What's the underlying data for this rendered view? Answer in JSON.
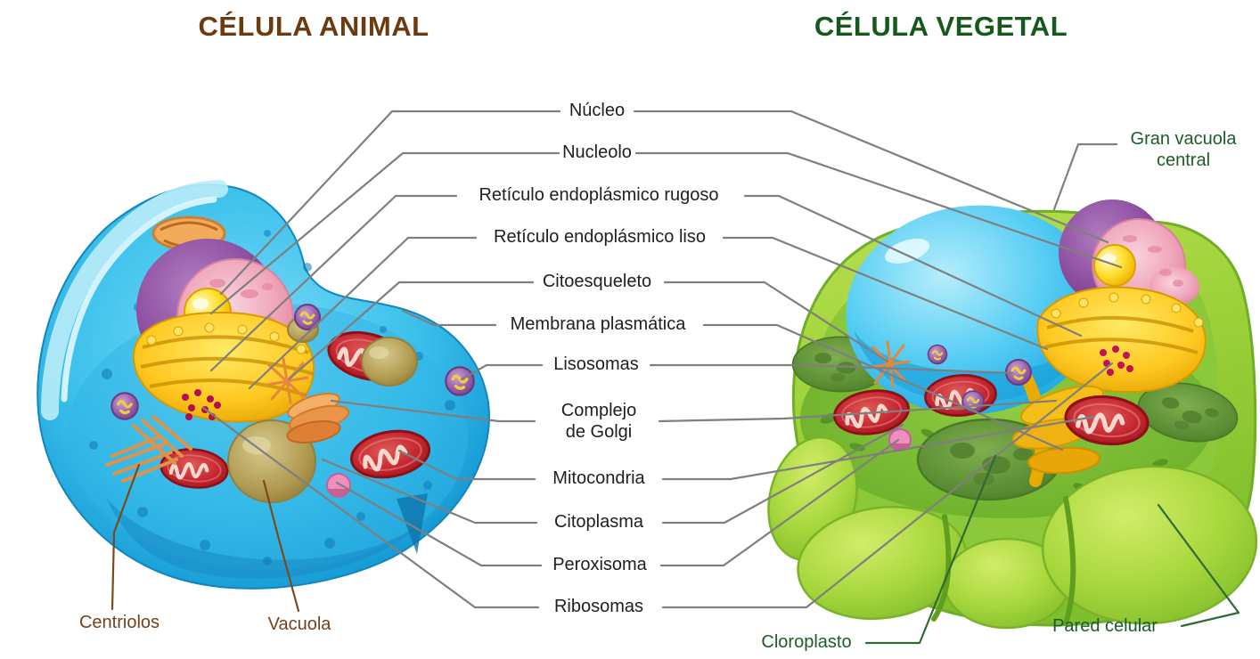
{
  "titles": {
    "animal": "CÉLULA ANIMAL",
    "vegetal": "CÉLULA VEGETAL"
  },
  "labels": {
    "center": [
      "Núcleo",
      "Nucleolo",
      "Retículo endoplásmico rugoso",
      "Retículo endoplásmico liso",
      "Citoesqueleto",
      "Membrana plasmática",
      "Lisosomas",
      "Complejo de Golgi",
      "Mitocondria",
      "Citoplasma",
      "Peroxisoma",
      "Ribosomas"
    ],
    "animal": [
      "Centriolos",
      "Vacuola"
    ],
    "vegetal": [
      "Gran vacuola central",
      "Cloroplasto",
      "Pared celular"
    ]
  },
  "colors": {
    "title_animal": "#6b3a0f",
    "title_vegetal": "#155a1c",
    "label_text": "#202020",
    "animal_label_text": "#74421a",
    "vegetal_label_text": "#1d5c28",
    "leader_line": "#7f7f7f",
    "leader_line_animal": "#7b4a1c",
    "leader_line_vegetal": "#2f6a35",
    "animal_cell_blue": "#2fb7e9",
    "vegetal_cell_green": "#a6d83e",
    "nucleus_pink": "#f0a8bd",
    "nucleolus_yellow": "#ffd81e",
    "mitochondria_red": "#c42730",
    "chloroplast_green": "#5c8f35"
  }
}
